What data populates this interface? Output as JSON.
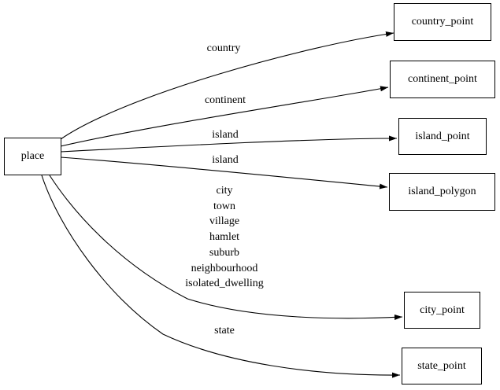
{
  "diagram": {
    "type": "directed-graph",
    "background_color": "#ffffff",
    "line_color": "#000000",
    "nodes": [
      {
        "id": "place",
        "label": "place"
      },
      {
        "id": "country_point",
        "label": "country_point"
      },
      {
        "id": "continent_point",
        "label": "continent_point"
      },
      {
        "id": "island_point",
        "label": "island_point"
      },
      {
        "id": "island_polygon",
        "label": "island_polygon"
      },
      {
        "id": "city_point",
        "label": "city_point"
      },
      {
        "id": "state_point",
        "label": "state_point"
      }
    ],
    "edges": [
      {
        "from": "place",
        "to": "country_point",
        "label": "country"
      },
      {
        "from": "place",
        "to": "continent_point",
        "label": "continent"
      },
      {
        "from": "place",
        "to": "island_point",
        "label": "island"
      },
      {
        "from": "place",
        "to": "island_polygon",
        "label": "island"
      },
      {
        "from": "place",
        "to": "city_point",
        "label_lines": [
          "city",
          "town",
          "village",
          "hamlet",
          "suburb",
          "neighbourhood",
          "isolated_dwelling"
        ]
      },
      {
        "from": "place",
        "to": "state_point",
        "label": "state"
      }
    ]
  }
}
